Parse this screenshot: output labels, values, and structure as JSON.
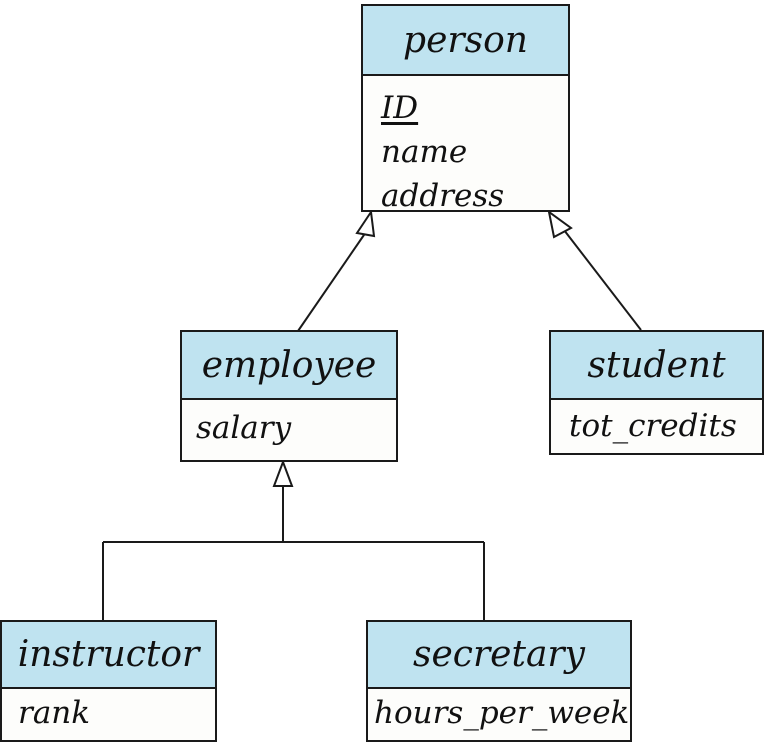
{
  "entities": {
    "person": {
      "name": "person",
      "attributes": [
        "ID",
        "name",
        "address"
      ],
      "primary_key": "ID"
    },
    "employee": {
      "name": "employee",
      "attributes": [
        "salary"
      ]
    },
    "student": {
      "name": "student",
      "attributes": [
        "tot_credits"
      ]
    },
    "instructor": {
      "name": "instructor",
      "attributes": [
        "rank"
      ]
    },
    "secretary": {
      "name": "secretary",
      "attributes": [
        "hours_per_week"
      ]
    }
  },
  "colors": {
    "header_fill": "#bfe3f0",
    "stroke": "#1a1a1a"
  }
}
